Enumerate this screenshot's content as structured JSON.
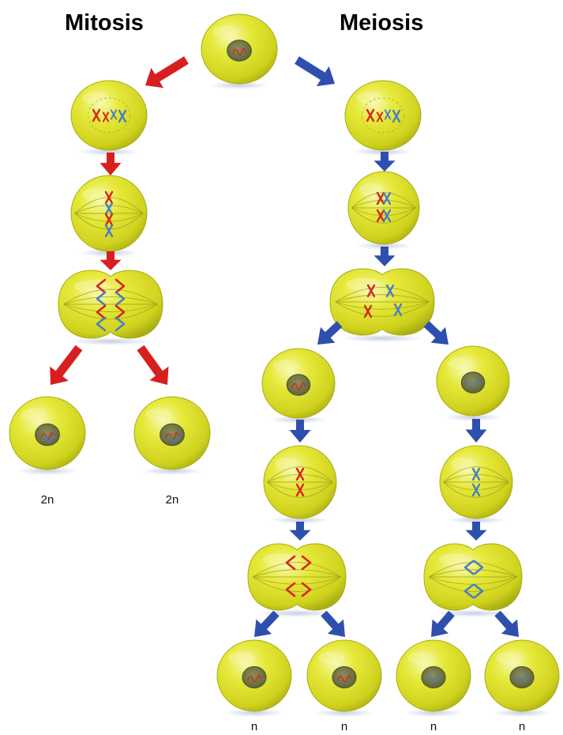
{
  "headings": {
    "left": "Mitosis",
    "right": "Meiosis"
  },
  "labels": {
    "mitosis_daughter_1": "2n",
    "mitosis_daughter_2": "2n",
    "meiosis_gamete_1": "n",
    "meiosis_gamete_2": "n",
    "meiosis_gamete_3": "n",
    "meiosis_gamete_4": "n"
  },
  "colors": {
    "mitosis_arrow": "#d71f1f",
    "meiosis_arrow": "#2f4fae",
    "cell_fill": "#dde02a",
    "cell_highlight": "#f6f7a6",
    "cell_shadow": "#a9ad12",
    "nucleus": "#707448",
    "chromosome_maternal": "#d7261c",
    "chromosome_paternal": "#4a7fc1",
    "spindle": "#9ea21c"
  }
}
